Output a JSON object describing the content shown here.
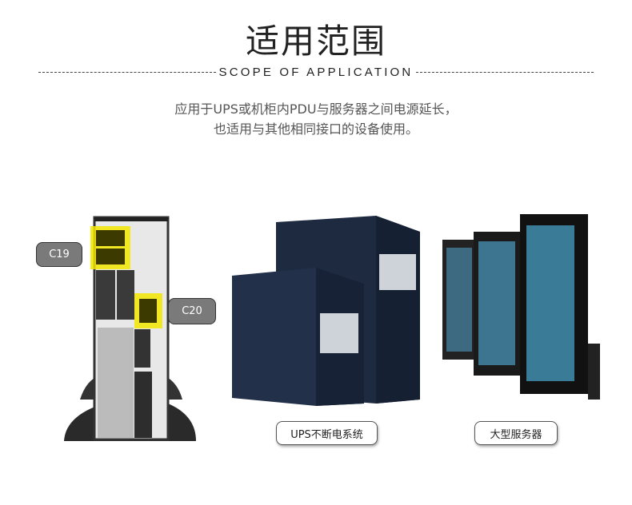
{
  "header": {
    "title": "适用范围",
    "subtitle": "SCOPE OF APPLICATION"
  },
  "description": {
    "line1": "应用于UPS或机柜内PDU与服务器之间电源延长，",
    "line2": "也适用与其他相同接口的设备使用。"
  },
  "products": [
    {
      "name": "ups-rear",
      "labels": [
        "C19",
        "C20"
      ]
    },
    {
      "name": "ups-tower",
      "caption": "UPS不断电系统"
    },
    {
      "name": "server-rack",
      "caption": "大型服务器"
    }
  ],
  "colors": {
    "highlight": "#f2e600",
    "tag": "#7a7a7a"
  }
}
